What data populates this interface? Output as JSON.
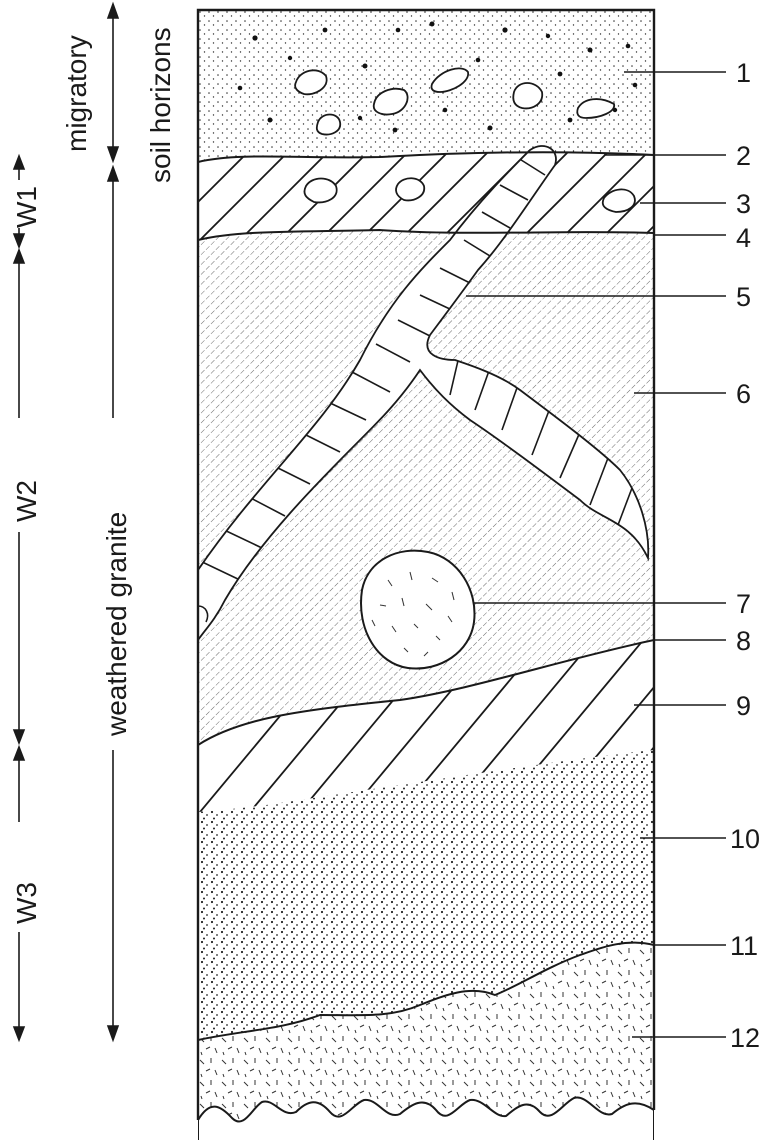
{
  "left_labels": {
    "migratory": "migratory",
    "soil_horizons": "soil horizons",
    "w1": "W1",
    "w2": "W2",
    "w3": "W3",
    "weathered_granite": "weathered granite"
  },
  "callouts": [
    "1",
    "2",
    "3",
    "4",
    "5",
    "6",
    "7",
    "8",
    "9",
    "10",
    "11",
    "12"
  ],
  "colors": {
    "ink": "#1a1a1a",
    "background": "#ffffff"
  }
}
